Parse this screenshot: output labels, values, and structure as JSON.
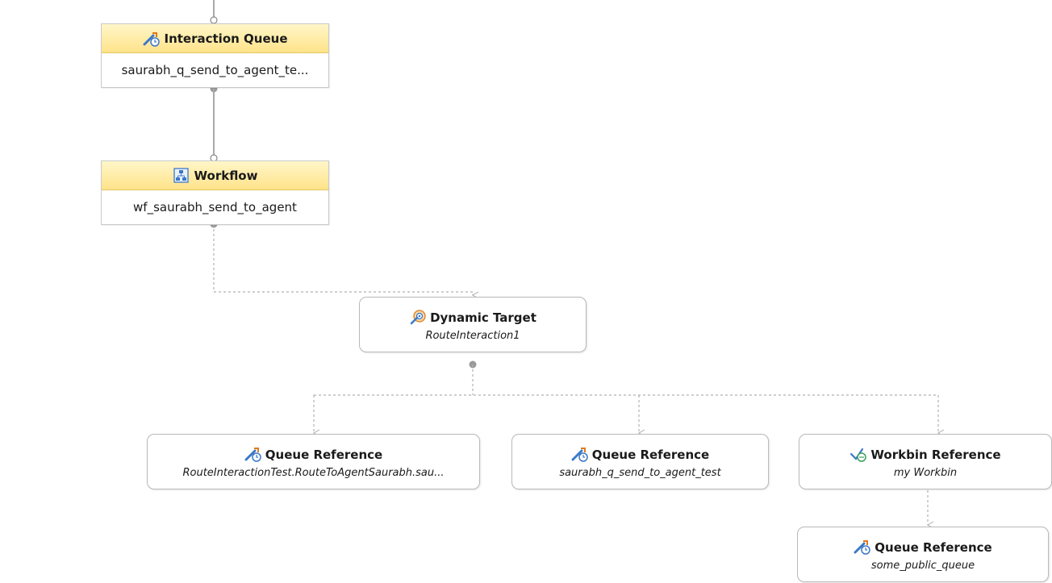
{
  "nodes": {
    "interaction_queue": {
      "title": "Interaction Queue",
      "subtitle": "saurabh_q_send_to_agent_te...",
      "icon": "queue-icon"
    },
    "workflow": {
      "title": "Workflow",
      "subtitle": "wf_saurabh_send_to_agent",
      "icon": "workflow-icon"
    },
    "dynamic_target": {
      "title": "Dynamic Target",
      "subtitle": "RouteInteraction1",
      "icon": "dynamic-target-icon"
    },
    "queue_ref_1": {
      "title": "Queue Reference",
      "subtitle": "RouteInteractionTest.RouteToAgentSaurabh.sau...",
      "icon": "queue-icon"
    },
    "queue_ref_2": {
      "title": "Queue Reference",
      "subtitle": "saurabh_q_send_to_agent_test",
      "icon": "queue-icon"
    },
    "workbin_ref": {
      "title": "Workbin Reference",
      "subtitle": "my Workbin",
      "icon": "workbin-icon"
    },
    "queue_ref_3": {
      "title": "Queue Reference",
      "subtitle": "some_public_queue",
      "icon": "queue-icon"
    }
  },
  "colors": {
    "queue_header_top": "#fff6c8",
    "queue_header_bottom": "#ffe38a",
    "connector_solid": "#a9a9a9",
    "connector_dashed": "#b0b0b0",
    "icon_blue": "#3c78c8",
    "icon_orange": "#e07a1a",
    "icon_green": "#3aa05a"
  }
}
